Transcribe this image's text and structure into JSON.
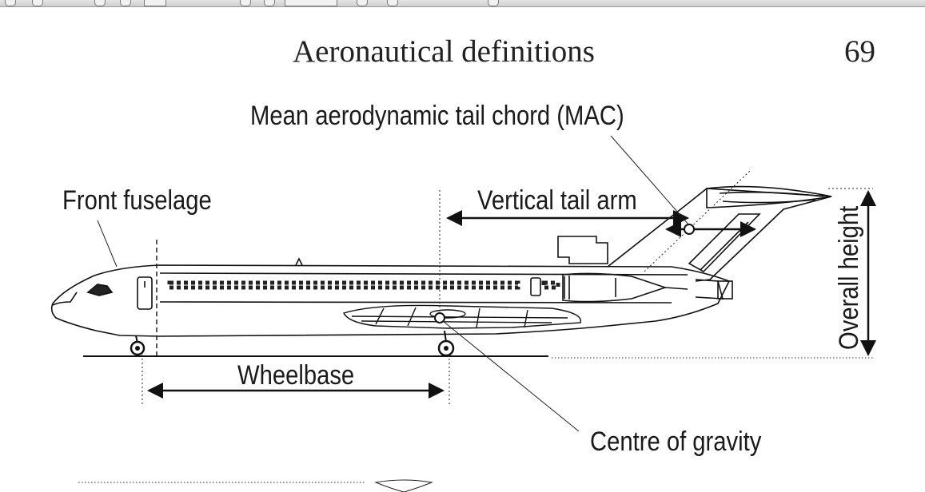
{
  "page": {
    "title": "Aeronautical definitions",
    "number": "69"
  },
  "labels": {
    "mac": "Mean aerodynamic tail  chord (MAC)",
    "front_fuselage": "Front fuselage",
    "vertical_tail_arm": "Vertical tail arm",
    "overall_height": "Overall height",
    "wheelbase": "Wheelbase",
    "centre_of_gravity": "Centre of gravity"
  }
}
